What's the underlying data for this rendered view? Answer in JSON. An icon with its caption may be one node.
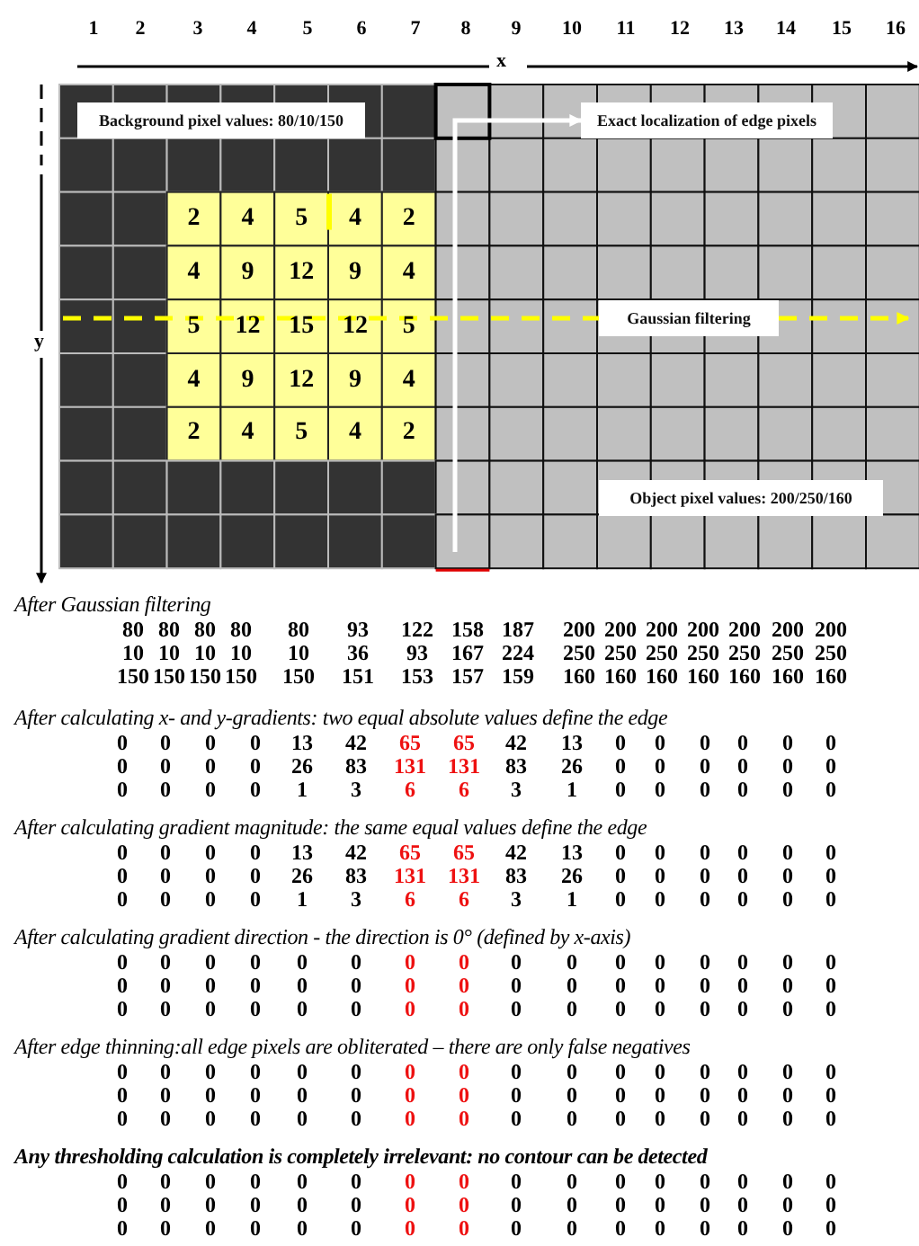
{
  "diagram": {
    "nodes": [
      {
        "text": [
          "Background pixel values: 80/10/150"
        ]
      },
      {
        "text": [
          "Exact localization of edge pixels"
        ]
      },
      {
        "text": [
          "Gaussian filtering"
        ]
      },
      {
        "text": [
          "Object pixel values:  200/250/160"
        ]
      }
    ],
    "edges": [
      {
        "from": null,
        "to": 1,
        "arrow": "to",
        "color": "#ffffff"
      },
      {
        "from": null,
        "to": 2,
        "arrow": "none",
        "style": "dashed",
        "color": "#ffff00"
      },
      {
        "from": 2,
        "to": null,
        "arrow": "to",
        "style": "dashed",
        "color": "#ffff00"
      }
    ],
    "labels": [
      "1",
      "2",
      "3",
      "4",
      "5",
      "6",
      "7",
      "8",
      "9",
      "10",
      "11",
      "12",
      "13",
      "14",
      "15",
      "16",
      "x",
      "y",
      "2",
      "4",
      "5",
      "4",
      "2",
      "4",
      "9",
      "12",
      "9",
      "4",
      "5",
      "12",
      "15",
      "12",
      "5",
      "4",
      "9",
      "12",
      "9",
      "4",
      "2",
      "4",
      "5",
      "4",
      "2",
      "After Gaussian filtering",
      "80",
      "80",
      "80",
      "80",
      "80",
      "93",
      "122",
      "158",
      "187",
      "200",
      "200",
      "200",
      "200",
      "200",
      "200",
      "200",
      "10",
      "10",
      "10",
      "10",
      "10",
      "36",
      "93",
      "167",
      "224",
      "250",
      "250",
      "250",
      "250",
      "250",
      "250",
      "250",
      "150",
      "150",
      "150",
      "150",
      "150",
      "151",
      "153",
      "157",
      "159",
      "160",
      "160",
      "160",
      "160",
      "160",
      "160",
      "160",
      "After calculating x- and y-gradients: two equal absolute values define the edge",
      "0",
      "0",
      "0",
      "0",
      "13",
      "42",
      "65",
      "65",
      "42",
      "13",
      "0",
      "0",
      "0",
      "0",
      "0",
      "0",
      "0",
      "0",
      "0",
      "0",
      "26",
      "83",
      "131",
      "131",
      "83",
      "26",
      "0",
      "0",
      "0",
      "0",
      "0",
      "0",
      "0",
      "0",
      "0",
      "0",
      "1",
      "3",
      "6",
      "6",
      "3",
      "1",
      "0",
      "0",
      "0",
      "0",
      "0",
      "0",
      "After calculating gradient magnitude: the same equal values define the edge",
      "0",
      "0",
      "0",
      "0",
      "13",
      "42",
      "65",
      "65",
      "42",
      "13",
      "0",
      "0",
      "0",
      "0",
      "0",
      "0",
      "0",
      "0",
      "0",
      "0",
      "26",
      "83",
      "131",
      "131",
      "83",
      "26",
      "0",
      "0",
      "0",
      "0",
      "0",
      "0",
      "0",
      "0",
      "0",
      "0",
      "1",
      "3",
      "6",
      "6",
      "3",
      "1",
      "0",
      "0",
      "0",
      "0",
      "0",
      "0",
      "After calculating gradient direction - the direction is 0° (defined by x-axis)",
      "0",
      "0",
      "0",
      "0",
      "0",
      "0",
      "0",
      "0",
      "0",
      "0",
      "0",
      "0",
      "0",
      "0",
      "0",
      "0",
      "0",
      "0",
      "0",
      "0",
      "0",
      "0",
      "0",
      "0",
      "0",
      "0",
      "0",
      "0",
      "0",
      "0",
      "0",
      "0",
      "0",
      "0",
      "0",
      "0",
      "0",
      "0",
      "0",
      "0",
      "0",
      "0",
      "0",
      "0",
      "0",
      "0",
      "0",
      "0",
      "After edge thinning:all edge pixels are obliterated – there are only false negatives",
      "0",
      "0",
      "0",
      "0",
      "0",
      "0",
      "0",
      "0",
      "0",
      "0",
      "0",
      "0",
      "0",
      "0",
      "0",
      "0",
      "0",
      "0",
      "0",
      "0",
      "0",
      "0",
      "0",
      "0",
      "0",
      "0",
      "0",
      "0",
      "0",
      "0",
      "0",
      "0",
      "0",
      "0",
      "0",
      "0",
      "0",
      "0",
      "0",
      "0",
      "0",
      "0",
      "0",
      "0",
      "0",
      "0",
      "0",
      "0",
      "Any thresholding calculation is completely irrelevant: no contour can be detected",
      "0",
      "0",
      "0",
      "0",
      "0",
      "0",
      "0",
      "0",
      "0",
      "0",
      "0",
      "0",
      "0",
      "0",
      "0",
      "0",
      "0",
      "0",
      "0",
      "0",
      "0",
      "0",
      "0",
      "0",
      "0",
      "0",
      "0",
      "0",
      "0",
      "0",
      "0",
      "0",
      "0",
      "0",
      "0",
      "0",
      "0",
      "0",
      "0",
      "0",
      "0",
      "0",
      "0",
      "0",
      "0",
      "0",
      "0",
      "0"
    ]
  }
}
